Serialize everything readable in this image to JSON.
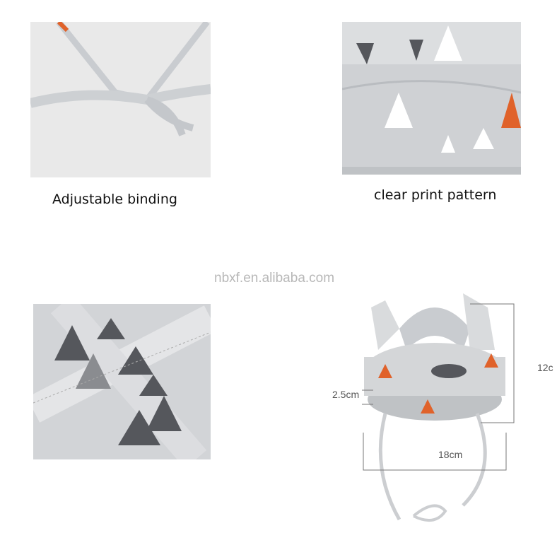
{
  "panels": [
    {
      "caption": "Adjustable binding"
    },
    {
      "caption": "clear print pattern"
    },
    {
      "caption": ""
    },
    {
      "caption": ""
    }
  ],
  "watermark": "nbxf.en.alibaba.com",
  "dimensions": {
    "depth": "2.5cm",
    "width": "18cm",
    "height": "12c"
  },
  "colors": {
    "fabric": "#d4d6d8",
    "print_dark": "#55575c",
    "accent_orange": "#e0622a"
  }
}
